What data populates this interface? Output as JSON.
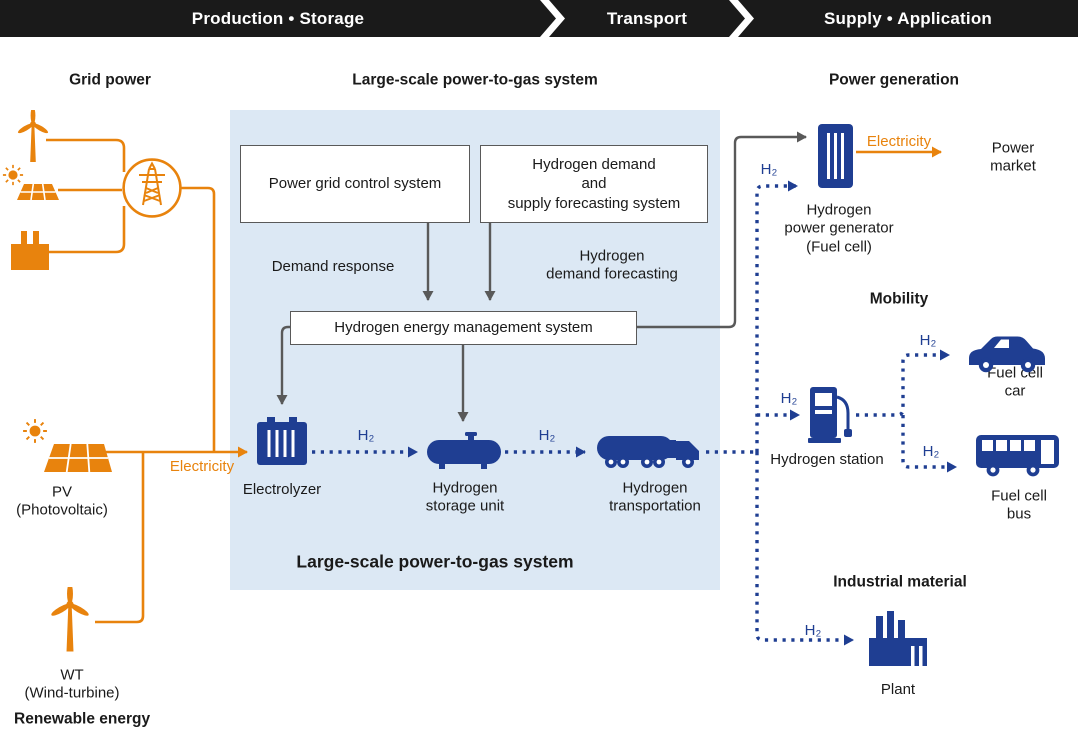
{
  "colors": {
    "c-orange": "#E8830D",
    "c-blue": "#1F3E92",
    "c-lightblue": "#DCE8F4",
    "c-dark": "#1A1A1A",
    "c-gray": "#595959"
  },
  "header": {
    "sections": [
      {
        "label": "Production • Storage"
      },
      {
        "label": "Transport"
      },
      {
        "label": "Supply • Application"
      }
    ]
  },
  "left": {
    "grid_power": "Grid power",
    "electricity": "Electricity",
    "pv": "PV\n(Photovoltaic)",
    "wt": "WT\n(Wind-turbine)",
    "renewable": "Renewable energy"
  },
  "p2g": {
    "title": "Large-scale power-to-gas system",
    "bottom_title": "Large-scale power-to-gas system",
    "grid_control_box": "Power grid control system",
    "forecast_box": "Hydrogen demand\nand\nsupply forecasting system",
    "demand_response": "Demand response",
    "demand_forecasting": "Hydrogen\ndemand forecasting",
    "ems_box": "Hydrogen energy management system",
    "electrolyzer": "Electrolyzer",
    "storage": "Hydrogen\nstorage unit",
    "transportation": "Hydrogen\ntransportation"
  },
  "flows": {
    "h2": "H₂"
  },
  "supply": {
    "power_generation": "Power generation",
    "electricity": "Electricity",
    "power_market": "Power market",
    "generator": "Hydrogen\npower generator\n(Fuel cell)",
    "mobility": "Mobility",
    "station": "Hydrogen station",
    "car": "Fuel cell car",
    "bus": "Fuel cell bus",
    "industrial": "Industrial material",
    "plant": "Plant"
  }
}
